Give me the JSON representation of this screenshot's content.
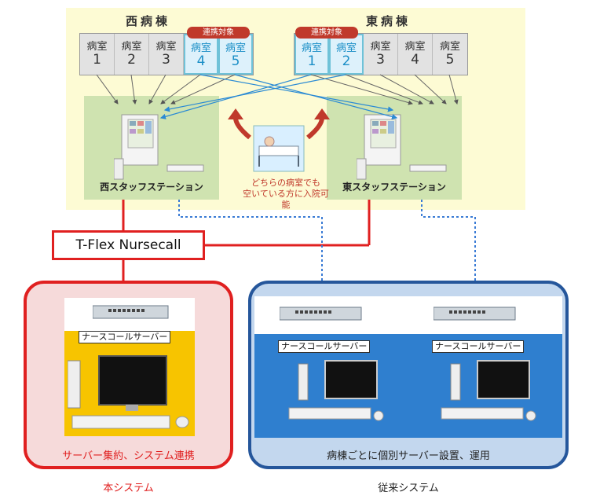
{
  "west_ward": {
    "title": "西病棟",
    "link_tag": "連携対象",
    "rooms": [
      {
        "label": "病室",
        "num": "1",
        "linked": false
      },
      {
        "label": "病室",
        "num": "2",
        "linked": false
      },
      {
        "label": "病室",
        "num": "3",
        "linked": false
      },
      {
        "label": "病室",
        "num": "4",
        "linked": true
      },
      {
        "label": "病室",
        "num": "5",
        "linked": true
      }
    ],
    "station": "西スタッフステーション"
  },
  "east_ward": {
    "title": "東病棟",
    "link_tag": "連携対象",
    "rooms": [
      {
        "label": "病室",
        "num": "1",
        "linked": true
      },
      {
        "label": "病室",
        "num": "2",
        "linked": true
      },
      {
        "label": "病室",
        "num": "3",
        "linked": false
      },
      {
        "label": "病室",
        "num": "4",
        "linked": false
      },
      {
        "label": "病室",
        "num": "5",
        "linked": false
      }
    ],
    "station": "東スタッフステーション"
  },
  "center_note": {
    "line1": "どちらの病室でも",
    "line2": "空いている方に入院可能"
  },
  "tflex": {
    "label": "T-Flex Nursecall"
  },
  "this_system": {
    "server_label": "ナースコールサーバー",
    "caption": "サーバー集約、システム連携",
    "title": "本システム"
  },
  "legacy_system": {
    "server_label_1": "ナースコールサーバー",
    "server_label_2": "ナースコールサーバー",
    "caption": "病棟ごとに個別サーバー設置、運用",
    "title": "従来システム"
  },
  "colors": {
    "red": "#e02020",
    "navy": "#25569b",
    "link_blue": "#1c8fc7",
    "panel_yellow": "#fdfbd4",
    "panel_green": "#cfe3b0"
  }
}
